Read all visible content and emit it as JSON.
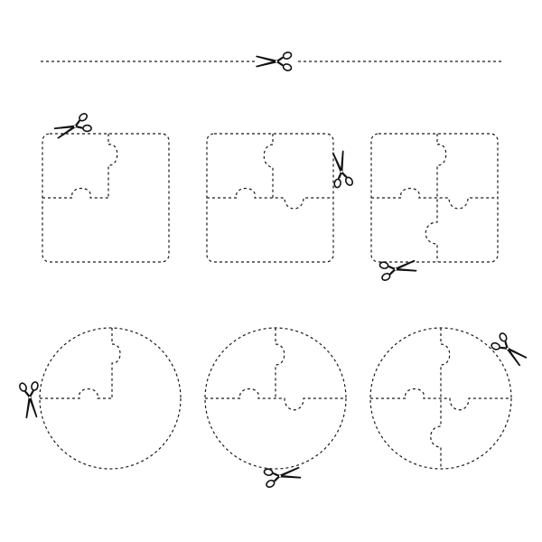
{
  "colors": {
    "background": "#ffffff",
    "cut_line": "#1a1a1a",
    "scissors": "#111111"
  },
  "dash_style": "dashed",
  "cut_line": {
    "icon": "scissors-icon"
  },
  "puzzle_templates": [
    {
      "shape": "rounded-square",
      "pieces": 2,
      "icon": "scissors-icon"
    },
    {
      "shape": "rounded-square",
      "pieces": 3,
      "icon": "scissors-icon"
    },
    {
      "shape": "rounded-square",
      "pieces": 4,
      "icon": "scissors-icon"
    },
    {
      "shape": "circle",
      "pieces": 2,
      "icon": "scissors-icon"
    },
    {
      "shape": "circle",
      "pieces": 3,
      "icon": "scissors-icon"
    },
    {
      "shape": "circle",
      "pieces": 4,
      "icon": "scissors-icon"
    }
  ]
}
